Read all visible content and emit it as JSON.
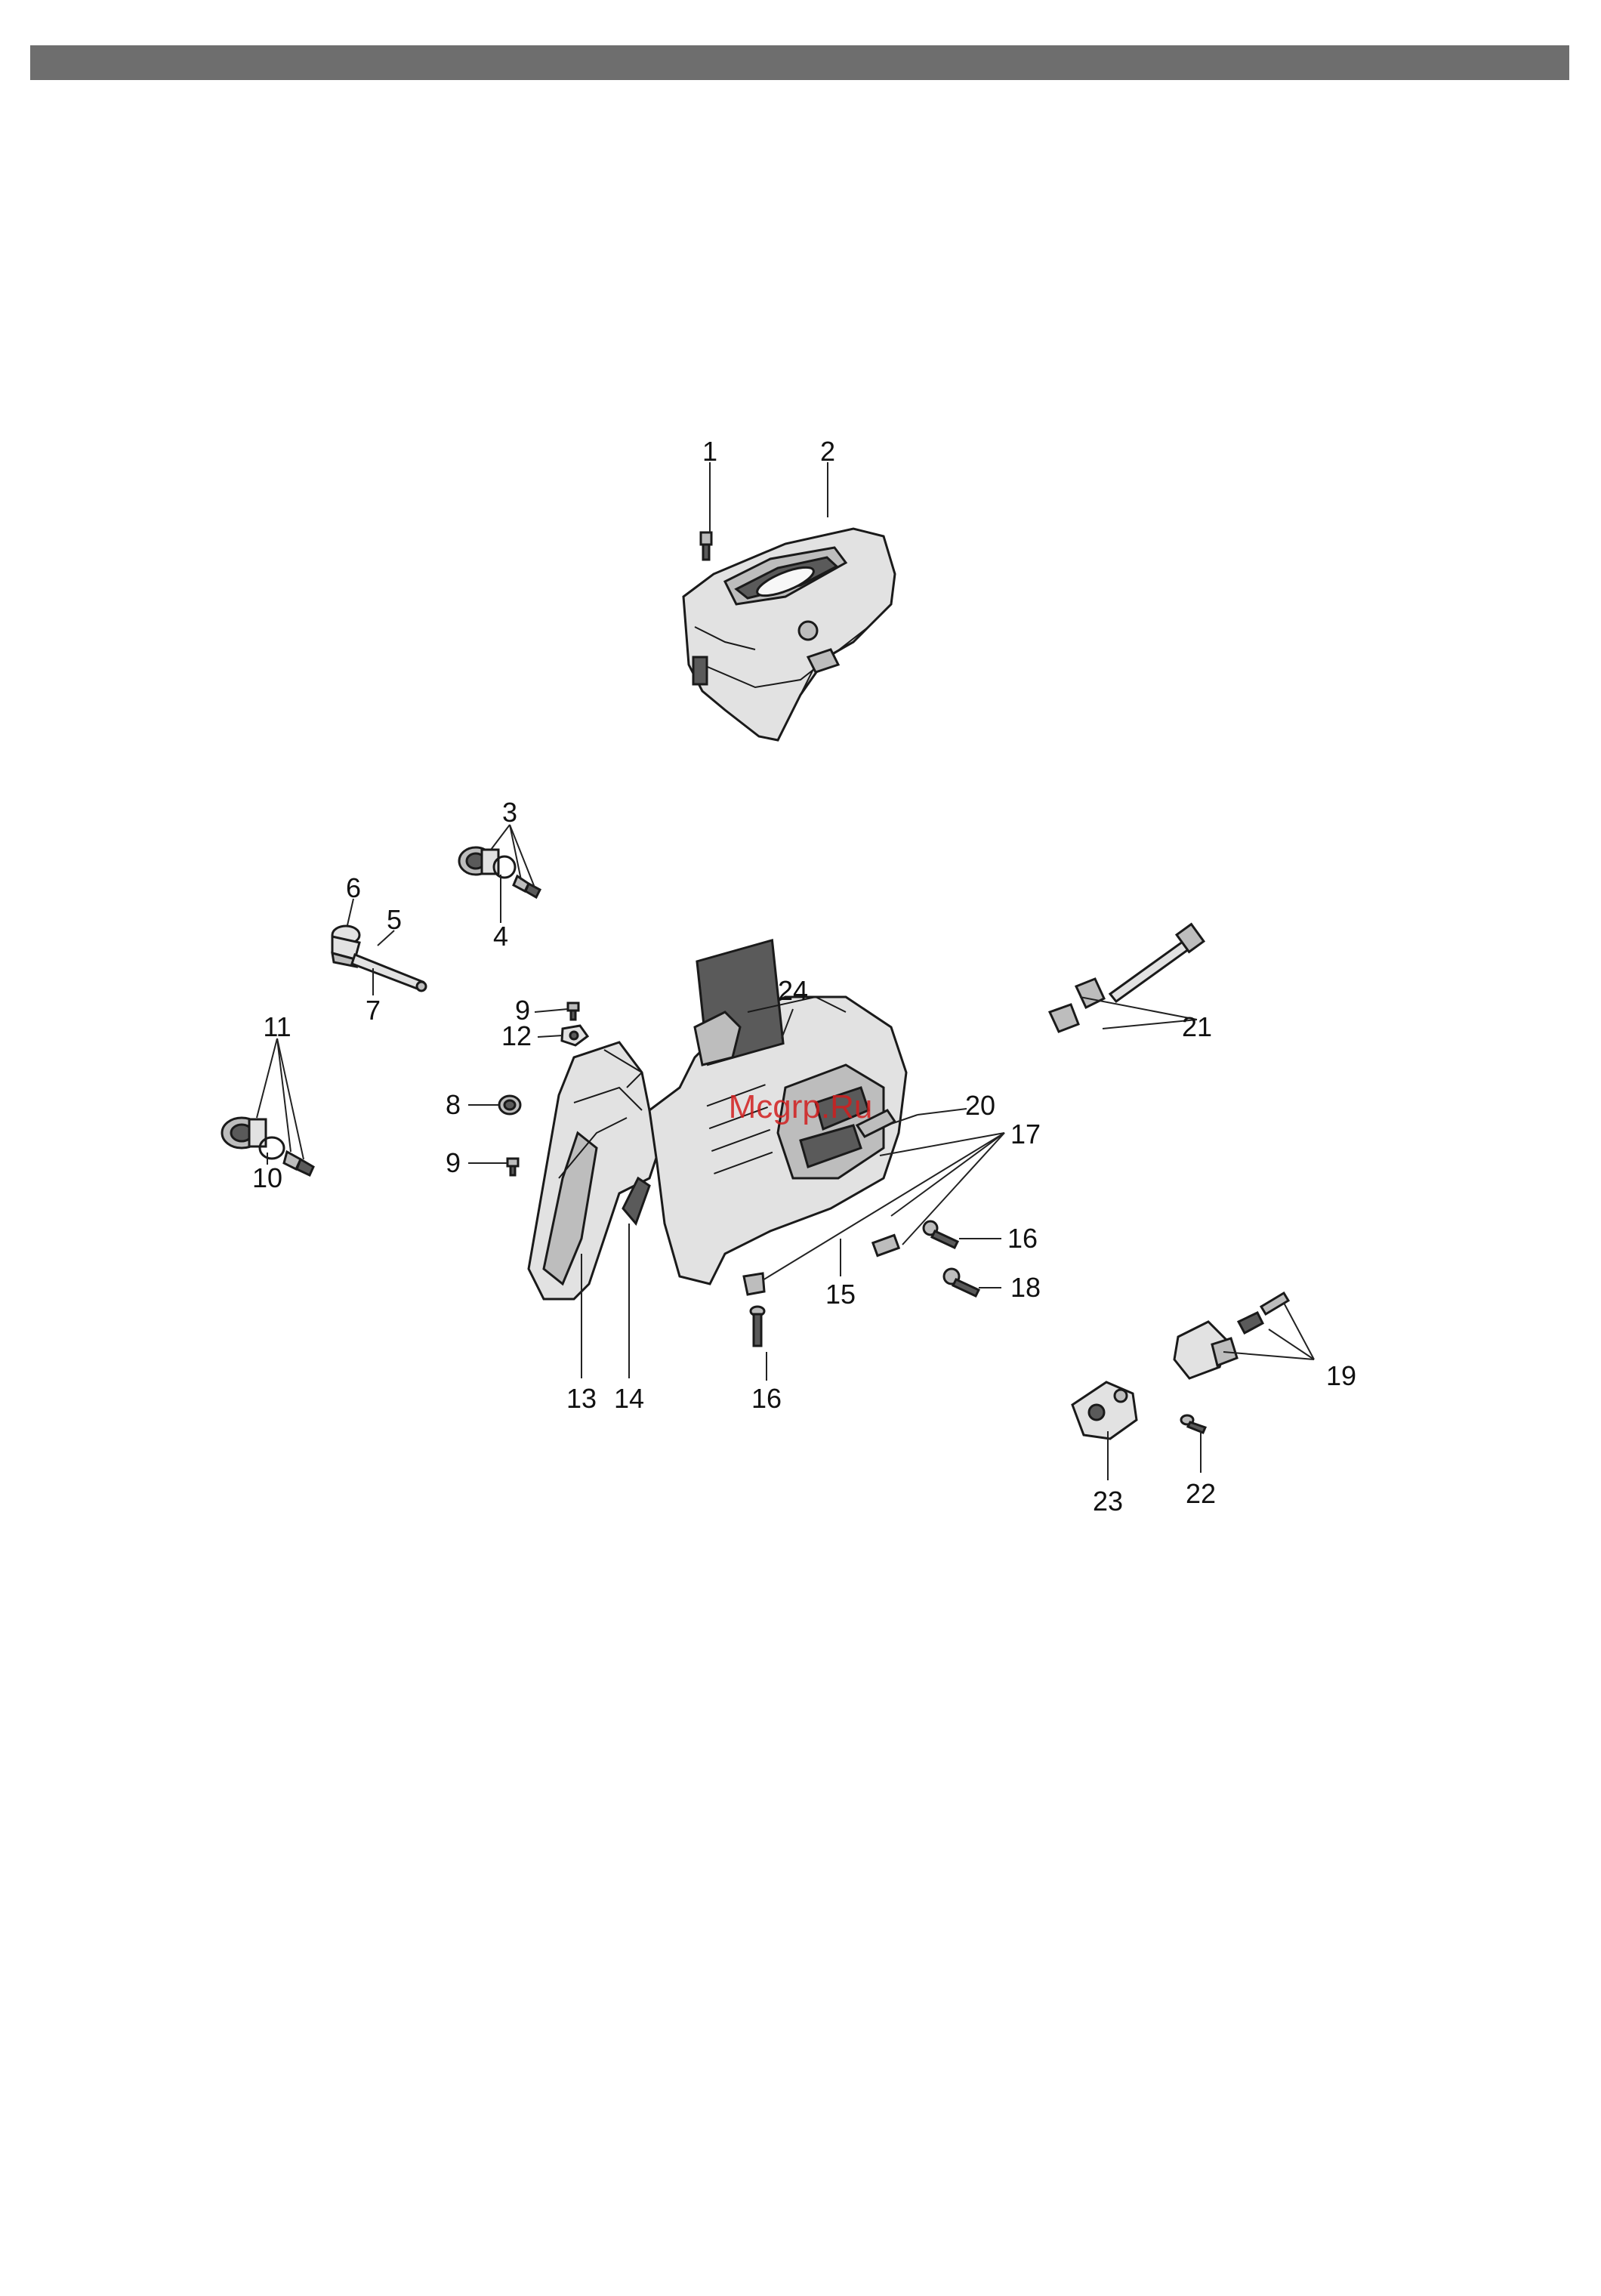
{
  "colors": {
    "header_bar": "#6e6e6e",
    "watermark": "#d21e1e"
  },
  "watermark": "Mcgrp.Ru",
  "callouts": [
    "1",
    "2",
    "3",
    "4",
    "5",
    "6",
    "7",
    "8",
    "9",
    "9",
    "10",
    "11",
    "12",
    "13",
    "14",
    "15",
    "16",
    "16",
    "17",
    "18",
    "19",
    "20",
    "21",
    "22",
    "23",
    "24"
  ]
}
